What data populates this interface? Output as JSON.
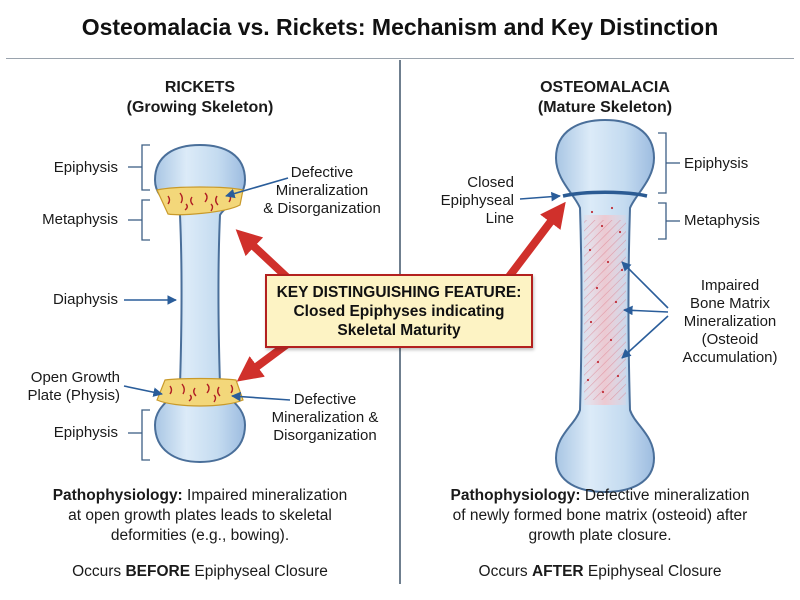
{
  "title": "Osteomalacia vs. Rickets: Mechanism and Key Distinction",
  "rickets": {
    "heading": "RICKETS",
    "subheading": "(Growing Skeleton)",
    "labels": {
      "epiphysis_top": "Epiphysis",
      "metaphysis": "Metaphysis",
      "diaphysis": "Diaphysis",
      "growth_plate_line1": "Open Growth",
      "growth_plate_line2": "Plate (Physis)",
      "epiphysis_bottom": "Epiphysis",
      "defect_top_line1": "Defective",
      "defect_top_line2": "Mineralization",
      "defect_top_line3": "& Disorganization",
      "defect_bottom_line1": "Defective",
      "defect_bottom_line2": "Mineralization &",
      "defect_bottom_line3": "Disorganization"
    },
    "patho_label": "Pathophysiology:",
    "patho_text_1": "Impaired mineralization",
    "patho_text_2": "at open growth plates leads to skeletal",
    "patho_text_3": "deformities (e.g., bowing).",
    "occurs_prefix": "Occurs",
    "occurs_emphasis": "BEFORE",
    "occurs_suffix": "Epiphyseal Closure"
  },
  "osteomalacia": {
    "heading": "OSTEOMALACIA",
    "subheading": "(Mature Skeleton)",
    "labels": {
      "closed_line1": "Closed",
      "closed_line2": "Epiphyseal",
      "closed_line3": "Line",
      "epiphysis": "Epiphysis",
      "metaphysis": "Metaphysis",
      "impaired_line1": "Impaired",
      "impaired_line2": "Bone Matrix",
      "impaired_line3": "Mineralization",
      "impaired_line4": "(Osteoid",
      "impaired_line5": "Accumulation)"
    },
    "patho_label": "Pathophysiology:",
    "patho_text_1": "Defective mineralization",
    "patho_text_2": "of newly formed bone matrix (osteoid) after",
    "patho_text_3": "growth plate closure.",
    "occurs_prefix": "Occurs",
    "occurs_emphasis": "AFTER",
    "occurs_suffix": "Epiphyseal Closure"
  },
  "key_feature": {
    "line1": "KEY DISTINGUISHING FEATURE:",
    "line2": "Closed Epiphyses indicating",
    "line3": "Skeletal Maturity"
  },
  "colors": {
    "bone_fill": "#cfe1f3",
    "bone_outline": "#4a6f9a",
    "growth_plate": "#f3d77a",
    "arrow_red": "#d0302b",
    "pointer_blue": "#2a5d9a",
    "key_box_fill": "#fdf3c4"
  }
}
